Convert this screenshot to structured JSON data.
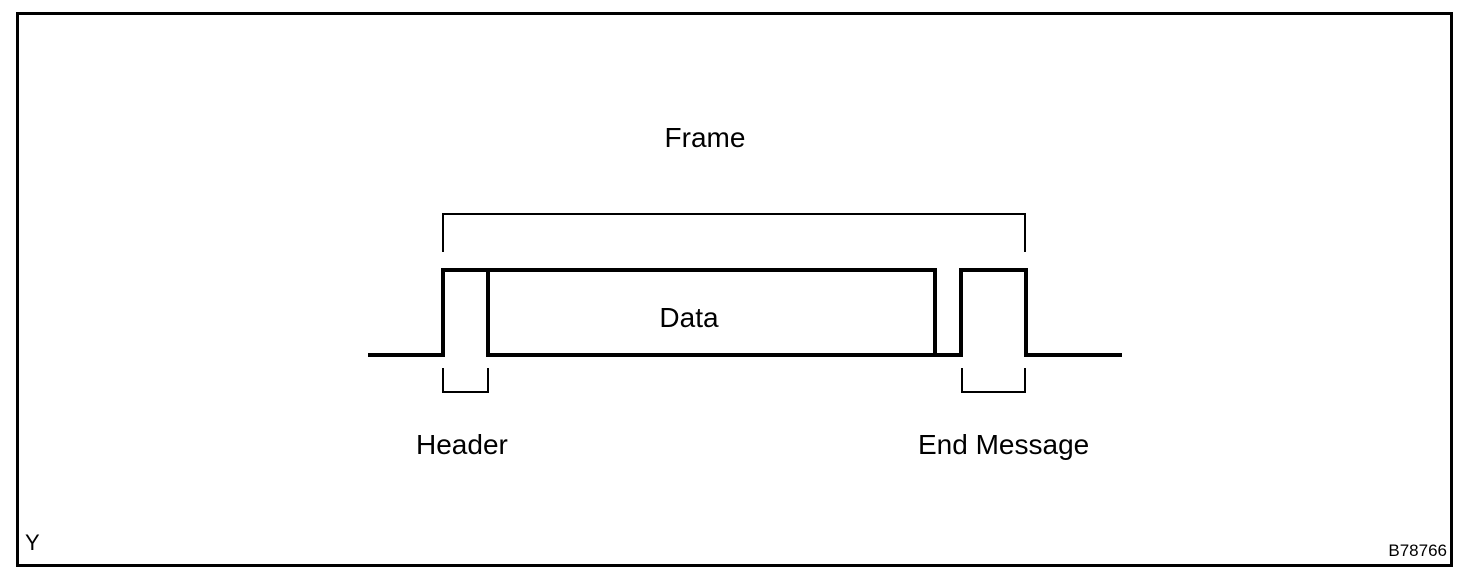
{
  "diagram": {
    "title": "Frame",
    "waveform": {
      "data_label": "Data",
      "header_label": "Header",
      "end_message_label": "End Message"
    },
    "footer": {
      "left_code": "Y",
      "right_code": "B78766"
    },
    "colors": {
      "line": "#000000",
      "background": "#ffffff"
    }
  }
}
